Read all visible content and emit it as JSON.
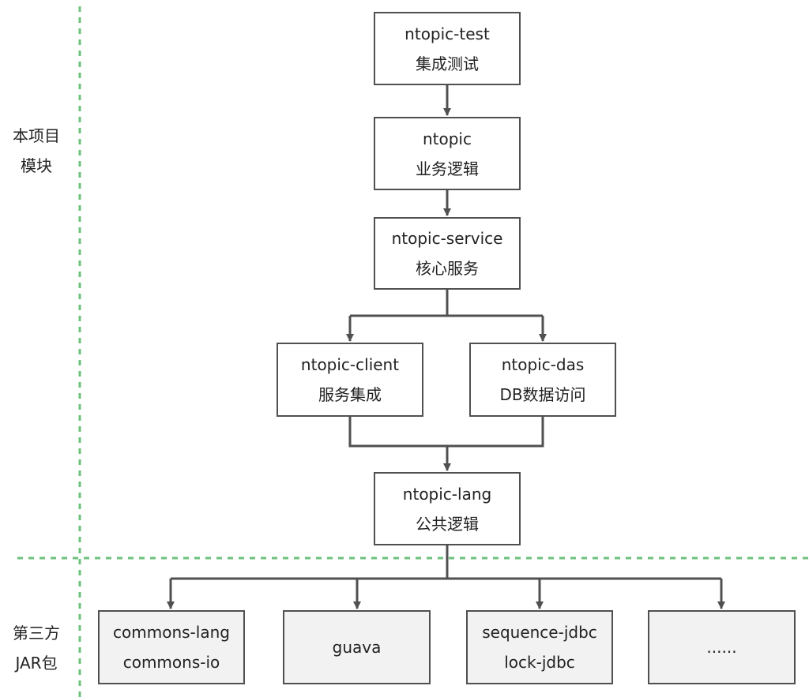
{
  "sections": {
    "project": {
      "line1": "本项目",
      "line2": "模块"
    },
    "third_party": {
      "line1": "第三方",
      "line2": "JAR包"
    }
  },
  "modules": {
    "test": {
      "name": "ntopic-test",
      "desc": "集成测试"
    },
    "ntopic": {
      "name": "ntopic",
      "desc": "业务逻辑"
    },
    "service": {
      "name": "ntopic-service",
      "desc": "核心服务"
    },
    "client": {
      "name": "ntopic-client",
      "desc": "服务集成"
    },
    "das": {
      "name": "ntopic-das",
      "desc": "DB数据访问"
    },
    "lang": {
      "name": "ntopic-lang",
      "desc": "公共逻辑"
    }
  },
  "jars": [
    {
      "line1": "commons-lang",
      "line2": "commons-io"
    },
    {
      "line1": "guava"
    },
    {
      "line1": "sequence-jdbc",
      "line2": "lock-jdbc"
    },
    {
      "line1": "......"
    }
  ],
  "colors": {
    "divider": "#6cc17b",
    "stroke": "#505050",
    "jar_fill": "#f2f2f2"
  }
}
